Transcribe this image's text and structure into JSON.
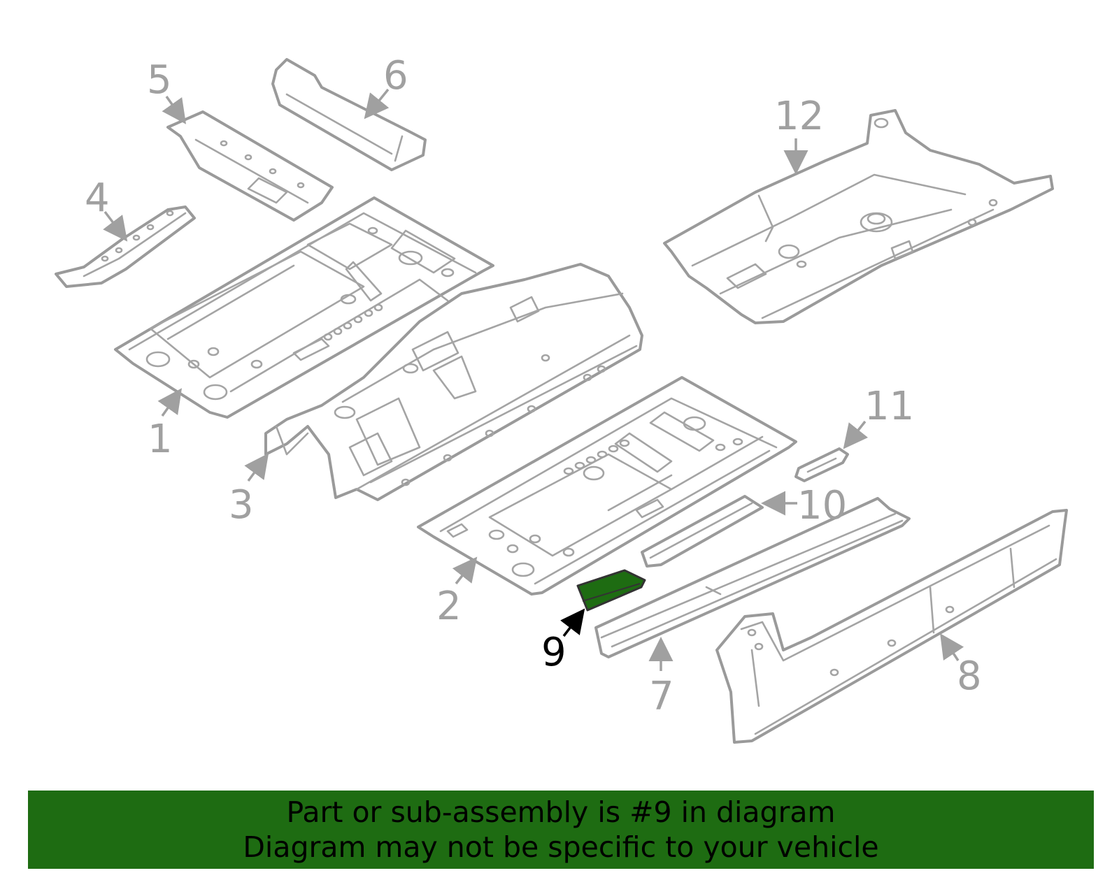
{
  "colors": {
    "outline": "#9a9a9a",
    "highlight_fill": "#1e6c12",
    "banner_bg": "#1e6c12",
    "highlight_label": "#000000"
  },
  "callouts": [
    "1",
    "2",
    "3",
    "4",
    "5",
    "6",
    "7",
    "8",
    "9",
    "10",
    "11",
    "12"
  ],
  "highlighted_part": "9",
  "banner": {
    "line1": "Part or sub-assembly is #9 in diagram",
    "line2": "Diagram may not be specific to your vehicle"
  }
}
